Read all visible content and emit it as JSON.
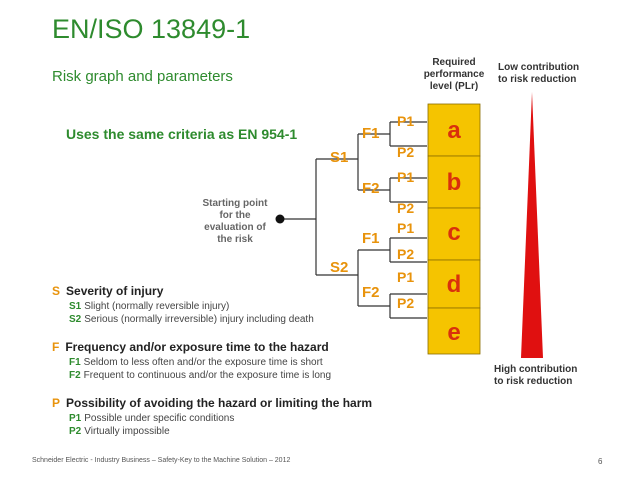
{
  "title": "EN/ISO 13849-1",
  "subtitle": "Risk graph and parameters",
  "criteria_note": "Uses the same criteria as EN 954-1",
  "required_performance": [
    "Required",
    "performance",
    "level (PLr)"
  ],
  "low_contribution": [
    "Low contribution",
    "to risk reduction"
  ],
  "high_contribution": [
    "High contribution",
    "to risk reduction"
  ],
  "starting_point": [
    "Starting point",
    "for the",
    "evaluation of",
    "the risk"
  ],
  "graph": {
    "s_labels": [
      "S1",
      "S2"
    ],
    "f_labels": [
      "F1",
      "F2",
      "F1",
      "F2"
    ],
    "p_labels": [
      "P1",
      "P2",
      "P1",
      "P2",
      "P1",
      "P2",
      "P1",
      "P2"
    ],
    "levels": [
      "a",
      "b",
      "c",
      "d",
      "e"
    ]
  },
  "legend": {
    "s": {
      "letter": "S",
      "title": "Severity of injury",
      "items": [
        {
          "code": "S1",
          "text": "Slight (normally reversible injury)"
        },
        {
          "code": "S2",
          "text": "Serious (normally irreversible) injury including death"
        }
      ]
    },
    "f": {
      "letter": "F",
      "title": "Frequency and/or exposure time to the hazard",
      "items": [
        {
          "code": "F1",
          "text": "Seldom to less often and/or the exposure time is short"
        },
        {
          "code": "F2",
          "text": "Frequent to continuous and/or the exposure time is long"
        }
      ]
    },
    "p": {
      "letter": "P",
      "title": "Possibility of avoiding the hazard or limiting the harm",
      "items": [
        {
          "code": "P1",
          "text": "Possible under specific conditions"
        },
        {
          "code": "P2",
          "text": "Virtually impossible"
        }
      ]
    }
  },
  "footer": "Schneider Electric - Industry Business – Safety-Key to the Machine Solution – 2012",
  "page_number": "6",
  "colors": {
    "green": "#2e8b2e",
    "orange": "#e8930c",
    "level_box": "#f5c400",
    "triangle": "#e01010"
  }
}
